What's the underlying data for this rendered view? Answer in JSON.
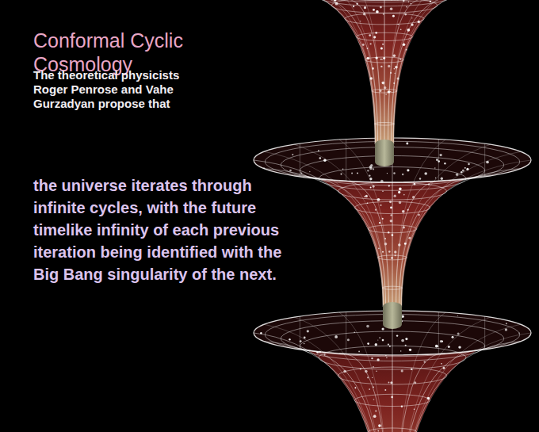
{
  "diagram": {
    "title": "Conformal Cyclic Cosmology",
    "labels": [
      "The theoretical physicists Roger Penrose and Vahe Gurzadyan propose that",
      "the universe iterates through infinite cycles, with the future timelike infinity of each previous iteration being identified with the Big Bang singularity of the next."
    ]
  }
}
